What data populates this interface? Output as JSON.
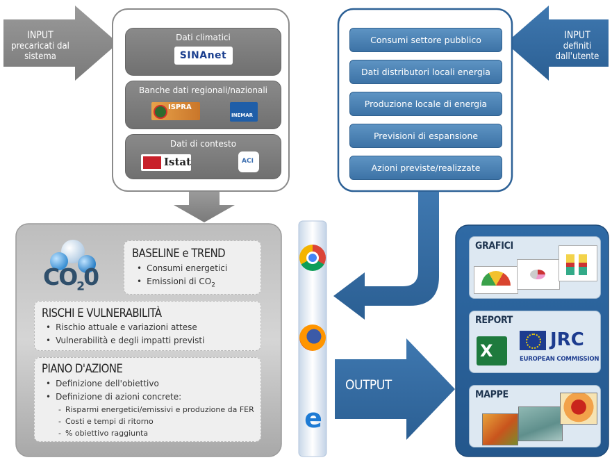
{
  "input_left": {
    "line1": "INPUT",
    "line2": "precaricati dal",
    "line3": "sistema"
  },
  "input_right": {
    "line1": "INPUT",
    "line2": "definiti",
    "line3": "dall'utente"
  },
  "sources": {
    "climate": {
      "title": "Dati climatici",
      "logo_text": "SINAnet"
    },
    "regional": {
      "title": "Banche dati regionali/nazionali",
      "logo1": "ISPRA",
      "logo2": "INEMAR"
    },
    "context": {
      "title": "Dati di contesto",
      "logo1": "Istat",
      "logo2": "ACI"
    }
  },
  "user_inputs": [
    "Consumi settore pubblico",
    "Dati distributori locali energia",
    "Produzione locale di energia",
    "Previsioni di espansione",
    "Azioni previste/realizzate"
  ],
  "co2": {
    "logo_text": "CO",
    "logo_sub": "2",
    "logo_tail": "0",
    "baseline": {
      "title": "BASELINE e TREND",
      "items": [
        "Consumi energetici",
        "Emissioni di CO"
      ],
      "co2_sub": "2"
    },
    "risks": {
      "title": "RISCHI E VULNERABILITÀ",
      "items": [
        "Rischio attuale e variazioni attese",
        "Vulnerabilità e degli impatti previsti"
      ]
    },
    "plan": {
      "title": "PIANO D'AZIONE",
      "items": [
        "Definizione dell'obiettivo",
        "Definizione di azioni concrete:"
      ],
      "subitems": [
        "Risparmi energetici/emissivi e produzione da FER",
        "Costi e tempi di ritorno",
        "% obiettivo raggiunta"
      ]
    }
  },
  "output_label": "OUTPUT",
  "outputs": {
    "charts": {
      "title": "GRAFICI"
    },
    "report": {
      "title": "REPORT",
      "jrc": "JRC",
      "commission": "EUROPEAN COMMISSION"
    },
    "maps": {
      "title": "MAPPE"
    }
  },
  "colors": {
    "gray_arrow": "#8c8c8c",
    "blue_dark": "#2d6196",
    "blue_button": "#4a80b4"
  }
}
